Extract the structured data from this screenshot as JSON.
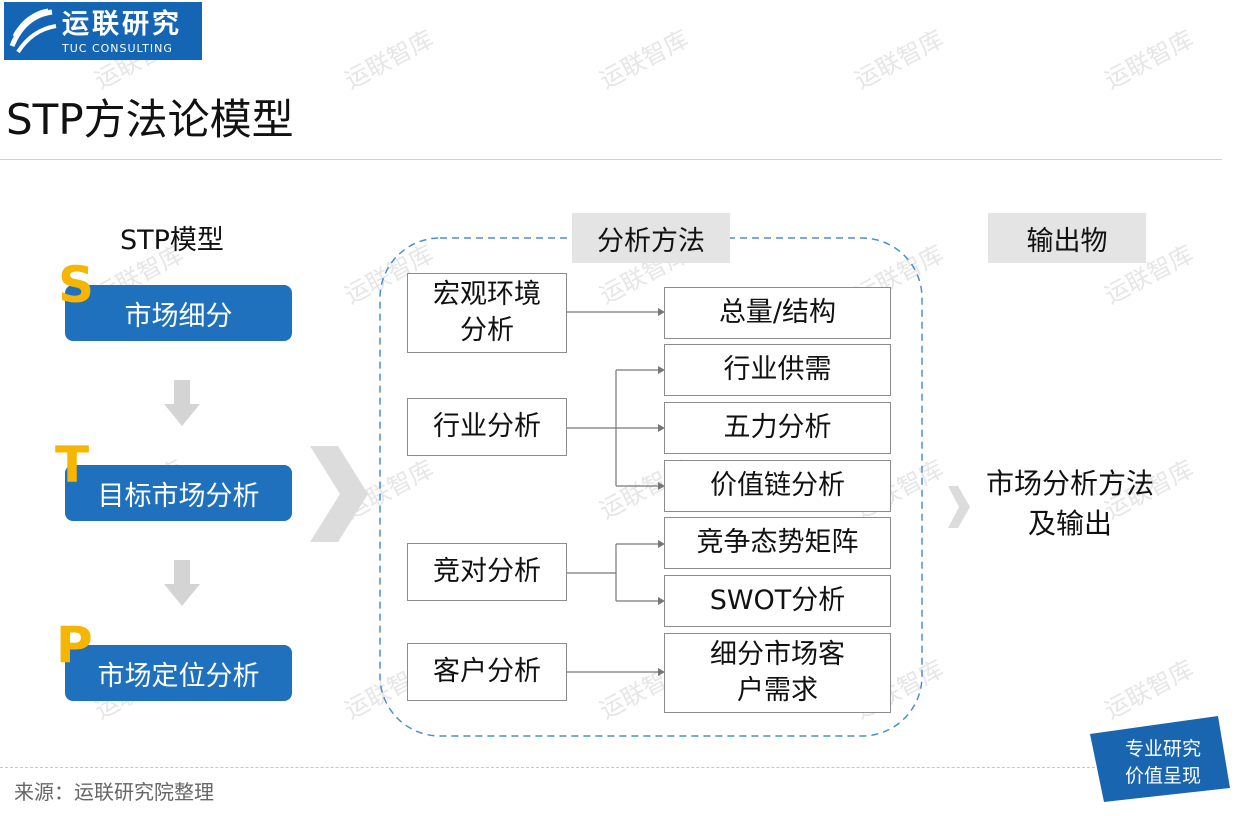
{
  "brand": {
    "name_cn": "运联研究",
    "name_en": "TUC CONSULTING"
  },
  "watermark": "运联智库",
  "title": "STP方法论模型",
  "stp_model": {
    "heading": "STP模型",
    "steps": [
      {
        "letter": "S",
        "label": "市场细分"
      },
      {
        "letter": "T",
        "label": "目标市场分析"
      },
      {
        "letter": "P",
        "label": "市场定位分析"
      }
    ]
  },
  "analysis": {
    "heading": "分析方法",
    "methods": [
      "宏观环境分析",
      "行业分析",
      "竞对分析",
      "客户分析"
    ],
    "outputs": [
      "总量/结构",
      "行业供需",
      "五力分析",
      "价值链分析",
      "竞争态势矩阵",
      "SWOT分析",
      "细分市场客户需求"
    ]
  },
  "output": {
    "heading": "输出物",
    "content": "市场分析方法及输出"
  },
  "source": "来源：运联研究院整理",
  "badge": {
    "line1": "专业研究",
    "line2": "价值呈现"
  },
  "colors": {
    "brand_blue": "#1f70bd",
    "letter_yellow": "#f5b500",
    "label_gray": "#e4e4e4",
    "dashed_border": "#4a8fd0"
  }
}
